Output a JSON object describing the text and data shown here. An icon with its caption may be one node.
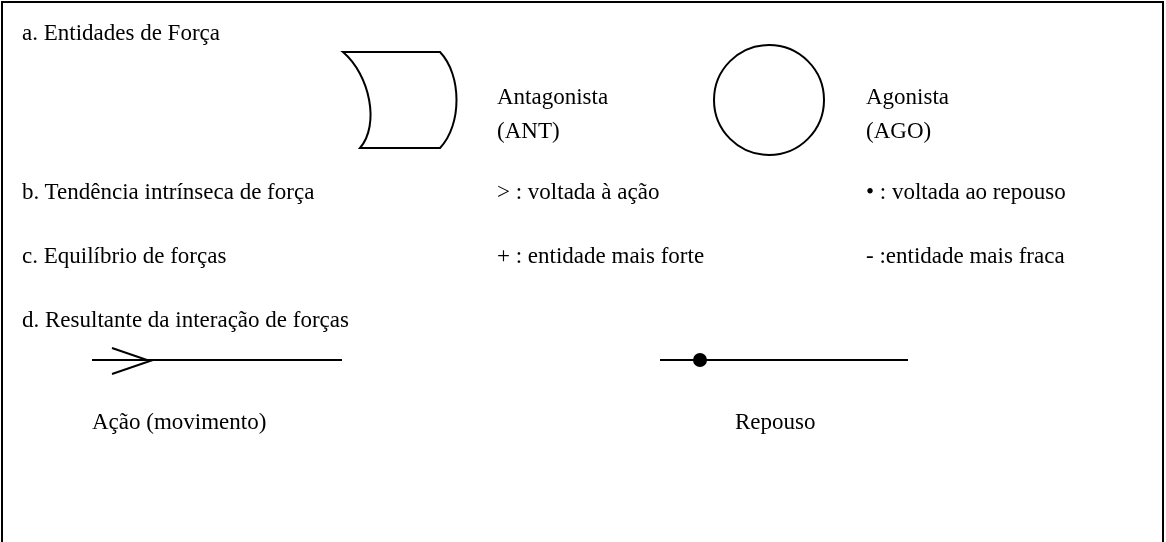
{
  "diagram": {
    "labels": [
      "a. Entidades de Força",
      "Antagonista (ANT)",
      "Agonista (AGO)",
      "b. Tendência intrínseca de força",
      "> : voltada à ação",
      "• : voltada ao repouso",
      "c. Equilíbrio de forças",
      "+ : entidade mais forte",
      "- :entidade mais fraca",
      "d. Resultante da interação de forças",
      "Ação (movimento)",
      "Repouso"
    ]
  }
}
